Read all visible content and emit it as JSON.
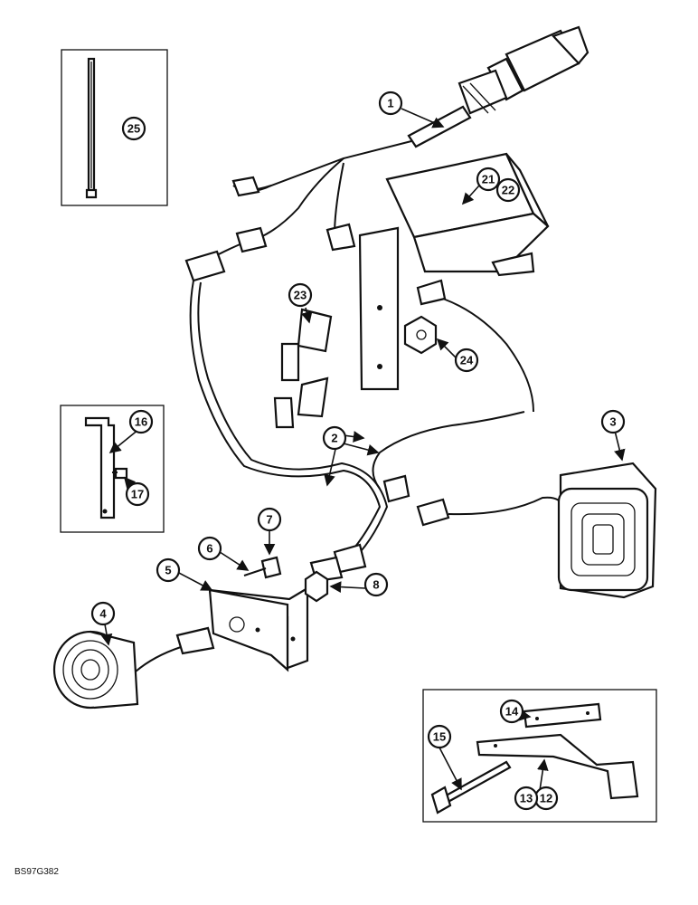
{
  "diagram": {
    "callouts": [
      "1",
      "2",
      "3",
      "4",
      "5",
      "6",
      "7",
      "8",
      "12",
      "13",
      "14",
      "15",
      "16",
      "17",
      "21",
      "22",
      "23",
      "24",
      "25"
    ],
    "footer_code": "BS97G382"
  }
}
